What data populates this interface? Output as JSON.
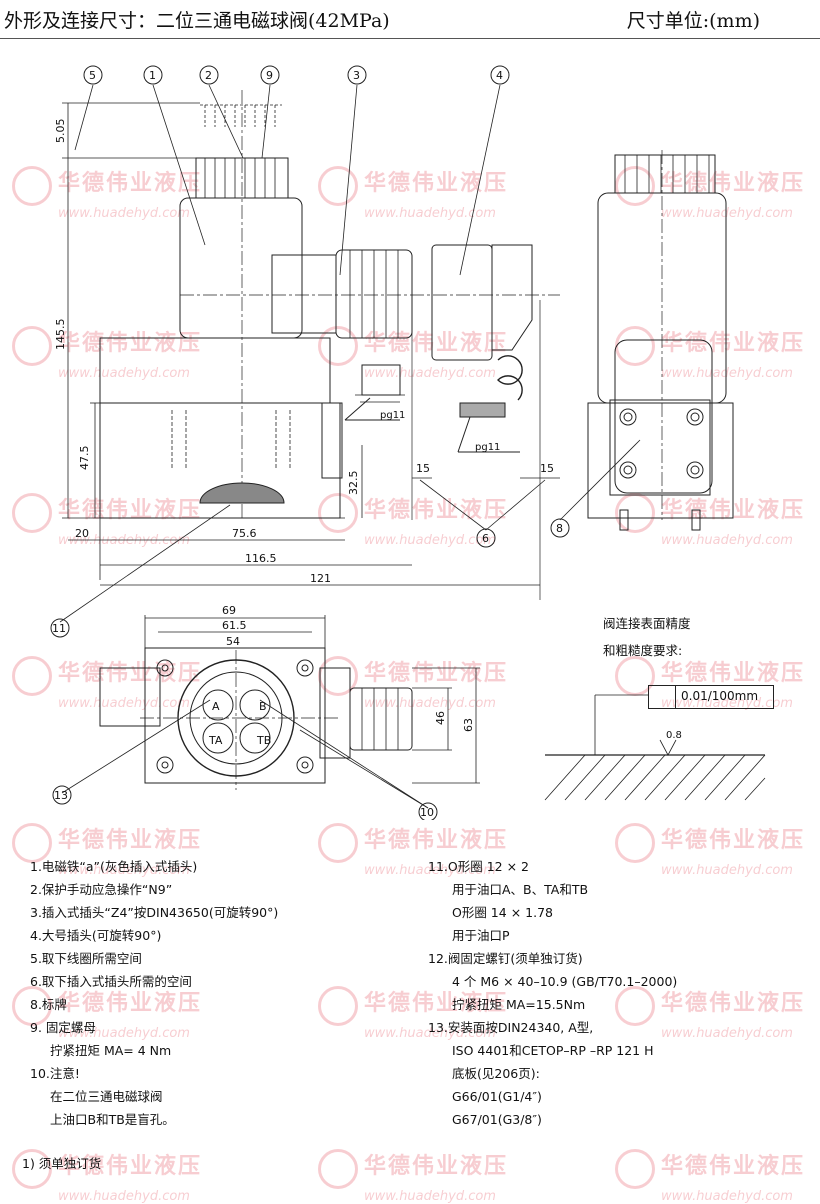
{
  "header": {
    "title": "外形及连接尺寸：二位三通电磁球阀(42MPa)",
    "unit": "尺寸单位:(mm)"
  },
  "watermark": {
    "company": "华德伟业液压",
    "url": "www.huadehyd.com",
    "color": "#dd2233"
  },
  "callouts": [
    "5",
    "1",
    "2",
    "9",
    "3",
    "4",
    "6",
    "8",
    "11",
    "13",
    "10"
  ],
  "dimensions": {
    "d505": "5.05",
    "d1455": "145.5",
    "d475": "47.5",
    "d325": "32.5",
    "d20": "20",
    "d756": "75.6",
    "d1165": "116.5",
    "d121": "121",
    "d15a": "15",
    "d15b": "15",
    "d69": "69",
    "d615": "61.5",
    "d54": "54",
    "d46": "46",
    "d63": "63",
    "pg11a": "pg11",
    "pg11b": "pg11",
    "portA": "A",
    "portB": "B",
    "portTA": "TA",
    "portTB": "TB",
    "rough": "0.8"
  },
  "surface": {
    "line1": "阀连接表面精度",
    "line2": "和粗糙度要求:",
    "tolerance": "0.01/100mm"
  },
  "notes_left": [
    "1.电磁铁“a”(灰色插入式插头)",
    "2.保护手动应急操作“N9”",
    "3.插入式插头“Z4”按DIN43650(可旋转90°)",
    "4.大号插头(可旋转90°)",
    "5.取下线圈所需空间",
    "6.取下插入式插头所需的空间",
    "8.标牌",
    "9. 固定螺母",
    "拧紧扭矩 MA= 4 Nm",
    "10.注意!",
    "在二位三通电磁球阀",
    "上油口B和TB是盲孔。"
  ],
  "notes_right": [
    "11.O形圈 12 × 2",
    "用于油口A、B、TA和TB",
    "O形圈 14 × 1.78",
    "用于油口P",
    "12.阀固定螺钉(须单独订货)",
    "4 个 M6 × 40–10.9 (GB/T70.1–2000)",
    "拧紧扭矩 MA=15.5Nm",
    "13.安装面按DIN24340, A型,",
    "ISO 4401和CETOP–RP –RP 121 H",
    "底板(见206页):",
    "G66/01(G1/4″)",
    "G67/01(G3/8″)"
  ],
  "footnote": "1) 须单独订货"
}
